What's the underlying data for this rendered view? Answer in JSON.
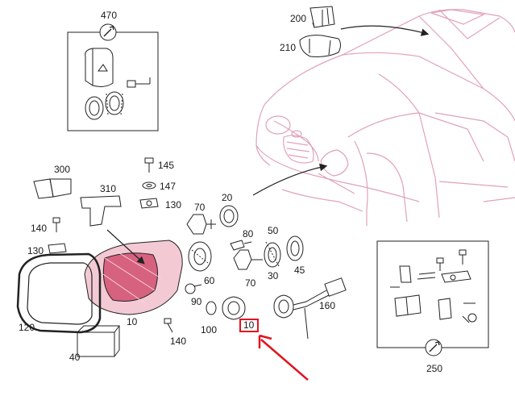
{
  "colors": {
    "car_outline": "#e0a3b4",
    "part_outline": "#222222",
    "lens_fill": "#d7627f",
    "highlight": "#e2141f",
    "pointer_arrow": "#e2141f"
  },
  "labels": {
    "l470": "470",
    "l200": "200",
    "l210": "210",
    "l300": "300",
    "l310": "310",
    "l145": "145",
    "l147": "147",
    "l130a": "130",
    "l70a": "70",
    "l20": "20",
    "l140a": "140",
    "l130b": "130",
    "l80": "80",
    "l50": "50",
    "l45": "45",
    "l60": "60",
    "l70b": "70",
    "l30": "30",
    "l90": "90",
    "l100": "100",
    "l10a": "10",
    "l10b": "10",
    "l160": "160",
    "l120": "120",
    "l40": "40",
    "l140b": "140",
    "l250": "250"
  }
}
